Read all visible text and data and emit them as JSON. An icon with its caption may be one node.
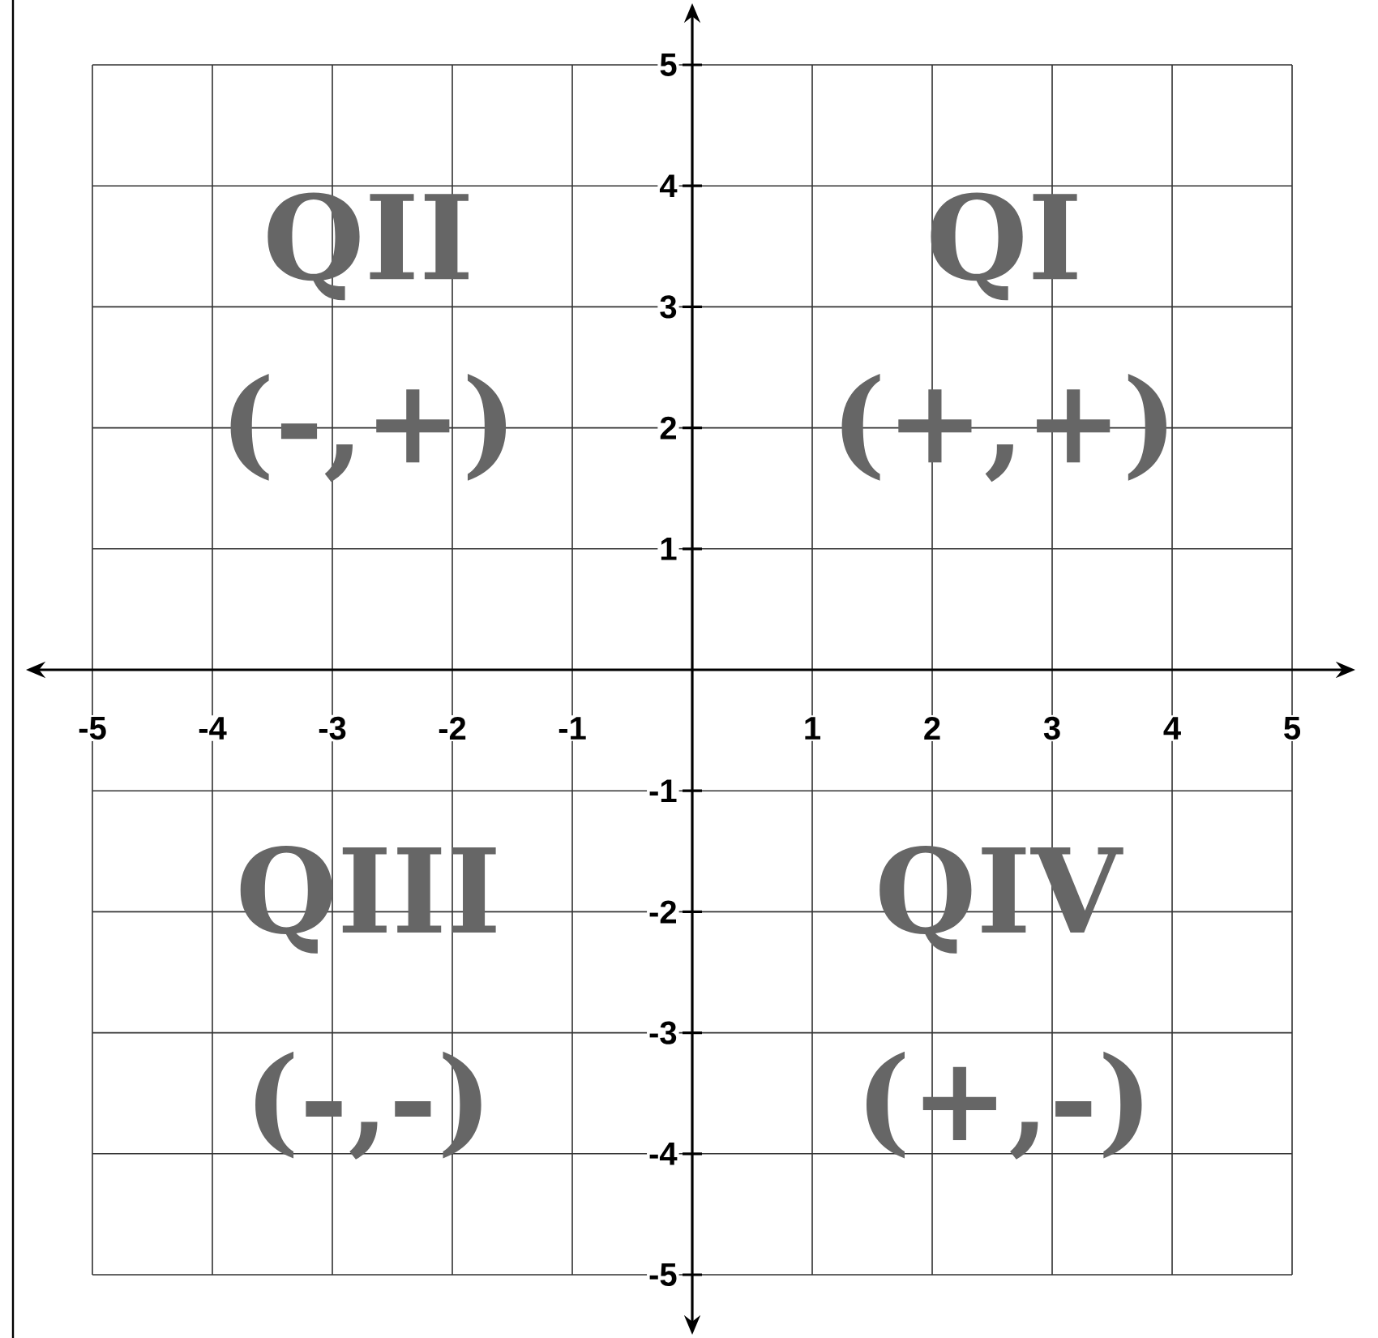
{
  "diagram": {
    "labels": [
      "QII",
      "QI",
      "(-,+)",
      "(+,+)",
      "QIII",
      "QIV",
      "(-,-)",
      "(+,-)",
      "5",
      "4",
      "3",
      "2",
      "1",
      "-1",
      "-2",
      "-3",
      "-4",
      "-5",
      "-5",
      "-4",
      "-3",
      "-2",
      "-1",
      "1",
      "2",
      "3",
      "4",
      "5"
    ]
  }
}
